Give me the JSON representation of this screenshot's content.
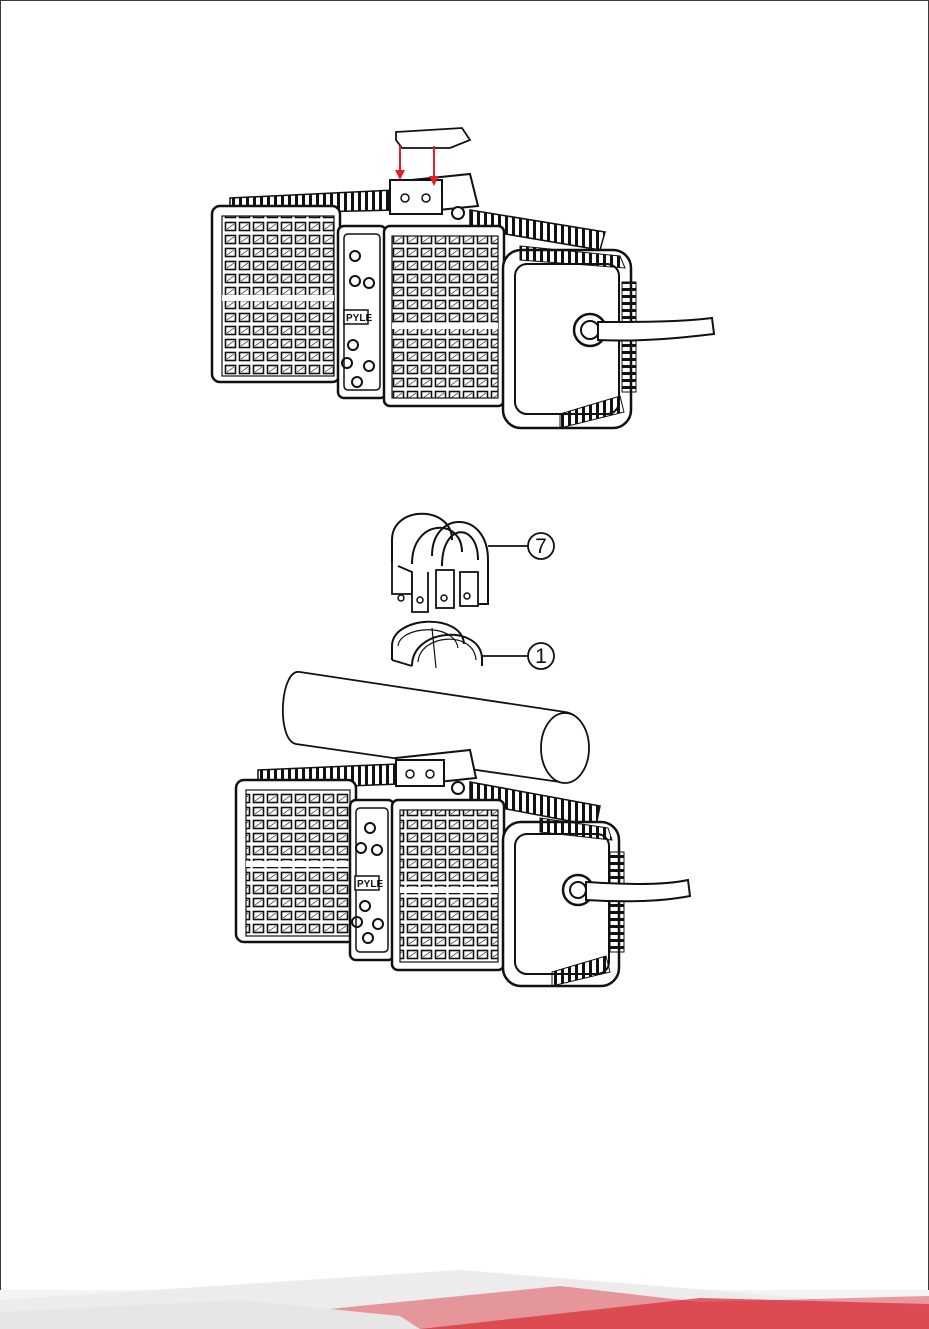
{
  "figure_top": {
    "brand_logo": "PYLE"
  },
  "figure_bottom": {
    "brand_logo": "PYLE",
    "callouts": [
      {
        "label": "7"
      },
      {
        "label": "1"
      }
    ]
  },
  "colors": {
    "line": "#111111",
    "arrow": "#e0202a",
    "footer_red": "#d8323a",
    "footer_grey": "#eaeaea"
  }
}
